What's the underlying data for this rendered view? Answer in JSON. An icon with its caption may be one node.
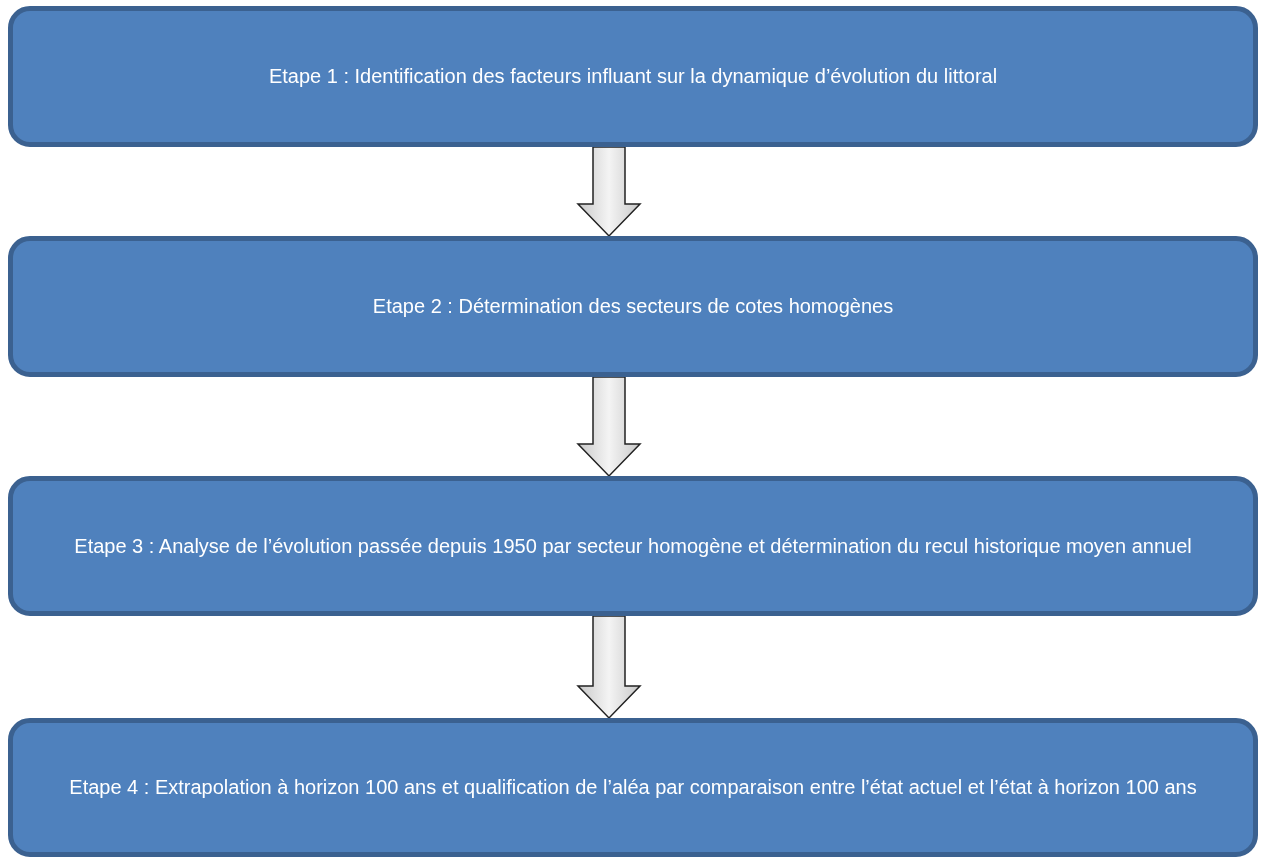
{
  "diagram": {
    "nodes": [
      {
        "text": [
          "Etape 1 : Identification des facteurs influant sur la dynamique d’évolution du littoral"
        ]
      },
      {
        "text": [
          "Etape 2 : Détermination des secteurs de cotes homogènes"
        ]
      },
      {
        "text": [
          "Etape 3 : Analyse de l’évolution passée depuis 1950 par secteur homogène et détermination du recul historique moyen annuel"
        ]
      },
      {
        "text": [
          "Etape 4 : Extrapolation à horizon 100 ans et qualification de l’aléa par comparaison entre l’état actuel et l’état à horizon 100 ans"
        ]
      }
    ],
    "edges": [
      {
        "from": 0,
        "to": 1,
        "arrow": "to"
      },
      {
        "from": 1,
        "to": 2,
        "arrow": "to"
      },
      {
        "from": 2,
        "to": 3,
        "arrow": "to"
      }
    ]
  }
}
